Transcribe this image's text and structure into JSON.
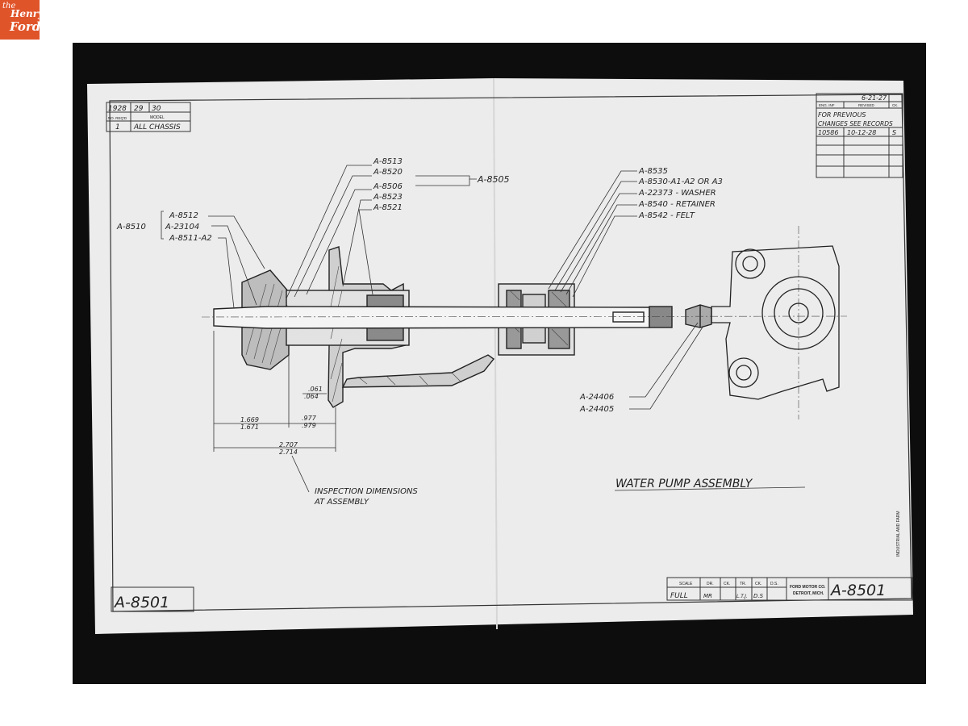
{
  "logo": {
    "the": "the",
    "henry": "Henry",
    "ford": "Ford"
  },
  "title_block": {
    "years": [
      "1928",
      "29",
      "30"
    ],
    "no_req_label": "NO. REQ'D",
    "model_label": "MODEL",
    "qty": "1",
    "model": "ALL CHASSIS"
  },
  "revision_block": {
    "date": "6-21-27",
    "col_eng_inf": "ENG. INF",
    "col_revised": "REVISED",
    "col_ck": "CK.",
    "note_line1": "FOR PREVIOUS",
    "note_line2": "CHANGES SEE RECORDS",
    "eng_inf": "10586",
    "revised": "10-12-28",
    "ck": "S"
  },
  "callouts": {
    "a8513": "A-8513",
    "a8520": "A-8520",
    "a8505": "A-8505",
    "a8506": "A-8506",
    "a8523": "A-8523",
    "a8521": "A-8521",
    "a8510": "A-8510",
    "a8512": "A-8512",
    "a23104": "A-23104",
    "a8511": "A-8511-A2",
    "a8535": "A-8535",
    "a8530": "A-8530-A1-A2 OR A3",
    "a22373": "A-22373 - WASHER",
    "a8540": "A-8540 - RETAINER",
    "a8542": "A-8542 - FELT",
    "a24406": "A-24406",
    "a24405": "A-24405"
  },
  "dimensions": {
    "d1_a": ".061",
    "d1_b": ".064",
    "d2_a": "1.669",
    "d2_b": "1.671",
    "d3_a": ".977",
    "d3_b": ".979",
    "d4_a": "2.707",
    "d4_b": "2.714"
  },
  "notes": {
    "inspection_line1": "INSPECTION DIMENSIONS",
    "inspection_line2": "AT ASSEMBLY",
    "drawing_title": "WATER PUMP ASSEMBLY",
    "side_text": "INDUSTRIAL AND FARM"
  },
  "bottom_block": {
    "part_no_left": "A-8501",
    "scale_label": "SCALE",
    "dr_label": "DR.",
    "ck_label": "CK.",
    "tr_label": "TR.",
    "ck2_label": "CK.",
    "ds_label": "D.S.",
    "scale": "FULL",
    "dr": "MR",
    "tr": "L.T.J.",
    "ds": "D.S",
    "company_line1": "FORD MOTOR CO.",
    "company_line2": "DETROIT, MICH.",
    "part_no_right": "A-8501"
  },
  "colors": {
    "logo_bg": "#e0542a",
    "photo_frame": "#0d0d0d",
    "paper": "#ececec",
    "ink": "#222222"
  }
}
